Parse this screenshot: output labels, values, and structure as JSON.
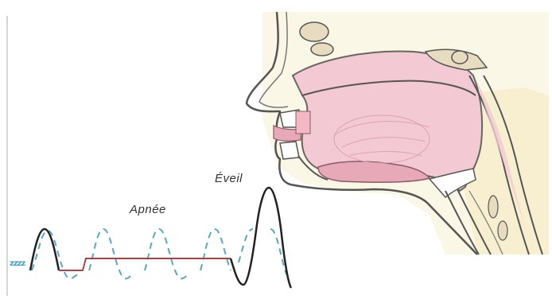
{
  "labels": {
    "apnea": "Apnée",
    "awakening": "Éveil",
    "sleep": "zzzz"
  },
  "colors": {
    "background": "#ffffff",
    "tissue": "#f3c9d3",
    "tissue_dark": "#e7a9b8",
    "bone": "#e8dcc0",
    "outline": "#555555",
    "breath_line": "#222222",
    "apnea_line": "#a94444",
    "effort_dashed": "#5aa6c8",
    "sleep_text": "#4a9fc9"
  }
}
